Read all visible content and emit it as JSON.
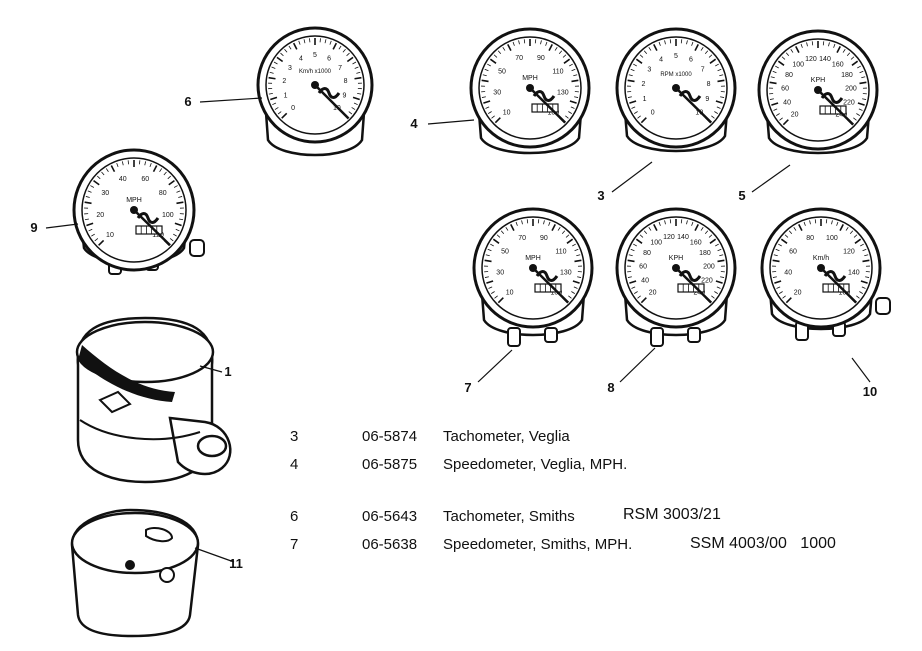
{
  "diagram": {
    "instruments": [
      {
        "callout": "6",
        "kind": "tacho",
        "scale": [
          "0",
          "1",
          "2",
          "3",
          "4",
          "5",
          "6",
          "7",
          "8",
          "9",
          "10"
        ],
        "sub": "Km/h x1000"
      },
      {
        "callout": "4",
        "kind": "speedo",
        "scale": [
          "10",
          "30",
          "50",
          "70",
          "90",
          "110",
          "130",
          "150"
        ],
        "unit": "MPH"
      },
      {
        "callout": "3",
        "kind": "tacho",
        "scale": [
          "0",
          "1",
          "2",
          "3",
          "4",
          "5",
          "6",
          "7",
          "8",
          "9",
          "10"
        ],
        "sub": "RPM x1000"
      },
      {
        "callout": "5",
        "kind": "speedo",
        "scale": [
          "20",
          "40",
          "60",
          "80",
          "100",
          "120",
          "140",
          "160",
          "180",
          "200",
          "220",
          "240"
        ],
        "unit": "KPH"
      },
      {
        "callout": "9",
        "kind": "speedo",
        "scale": [
          "10",
          "20",
          "30",
          "40",
          "60",
          "80",
          "100",
          "120"
        ],
        "unit": "MPH"
      },
      {
        "callout": "7",
        "kind": "speedo",
        "scale": [
          "10",
          "30",
          "50",
          "70",
          "90",
          "110",
          "130",
          "150"
        ],
        "unit": "MPH"
      },
      {
        "callout": "8",
        "kind": "speedo",
        "scale": [
          "20",
          "40",
          "60",
          "80",
          "100",
          "120",
          "140",
          "160",
          "180",
          "200",
          "220",
          "240"
        ],
        "unit": "KPH"
      },
      {
        "callout": "10",
        "kind": "speedo",
        "scale": [
          "20",
          "40",
          "60",
          "80",
          "100",
          "120",
          "140",
          "160"
        ],
        "unit": "Km/h"
      },
      {
        "callout": "1",
        "kind": "bracket"
      },
      {
        "callout": "11",
        "kind": "cup"
      }
    ]
  },
  "parts_list": [
    {
      "number": "3",
      "part_no": "06-5874",
      "description": "Tachometer, Veglia",
      "extra": ""
    },
    {
      "number": "4",
      "part_no": "06-5875",
      "description": "Speedometer, Veglia, MPH.",
      "extra": ""
    },
    {
      "number": "6",
      "part_no": "06-5643",
      "description": "Tachometer, Smiths",
      "extra": "RSM 3003/21"
    },
    {
      "number": "7",
      "part_no": "06-5638",
      "description": "Speedometer, Smiths, MPH.",
      "extra": "SSM 4003/00   1000"
    }
  ]
}
